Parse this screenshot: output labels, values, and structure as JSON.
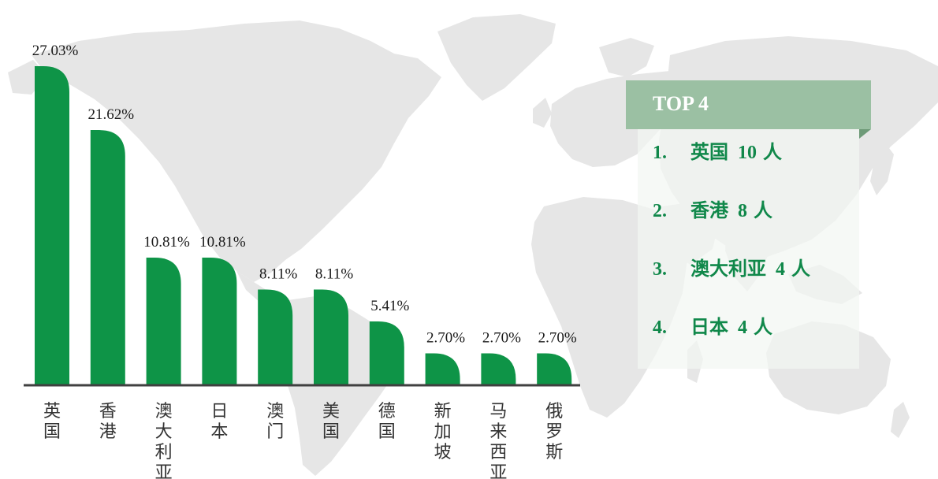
{
  "chart_data": {
    "type": "bar",
    "categories": [
      "英国",
      "香港",
      "澳大利亚",
      "日本",
      "澳门",
      "美国",
      "德国",
      "新加坡",
      "马来西亚",
      "俄罗斯"
    ],
    "values": [
      27.03,
      21.62,
      10.81,
      10.81,
      8.11,
      8.11,
      5.41,
      2.7,
      2.7,
      2.7
    ],
    "value_labels": [
      "27.03%",
      "21.62%",
      "10.81%",
      "10.81%",
      "8.11%",
      "8.11%",
      "5.41%",
      "2.70%",
      "2.70%",
      "2.70%"
    ],
    "unit": "%",
    "ylim": [
      0,
      27.03
    ],
    "grid": false,
    "legend": "none",
    "bar_color": "#0e9447",
    "axis_color": "#404040"
  },
  "top_panel": {
    "title": "TOP 4",
    "items": [
      {
        "rank": "1.",
        "place": "英国",
        "count": "10",
        "unit": "人"
      },
      {
        "rank": "2.",
        "place": "香港",
        "count": "8",
        "unit": "人"
      },
      {
        "rank": "3.",
        "place": "澳大利亚",
        "count": "4",
        "unit": "人"
      },
      {
        "rank": "4.",
        "place": "日本",
        "count": "4",
        "unit": "人"
      }
    ],
    "header_color": "#9bc0a3",
    "text_color": "#10884a"
  },
  "background": {
    "map_color": "#e6e6e6"
  }
}
